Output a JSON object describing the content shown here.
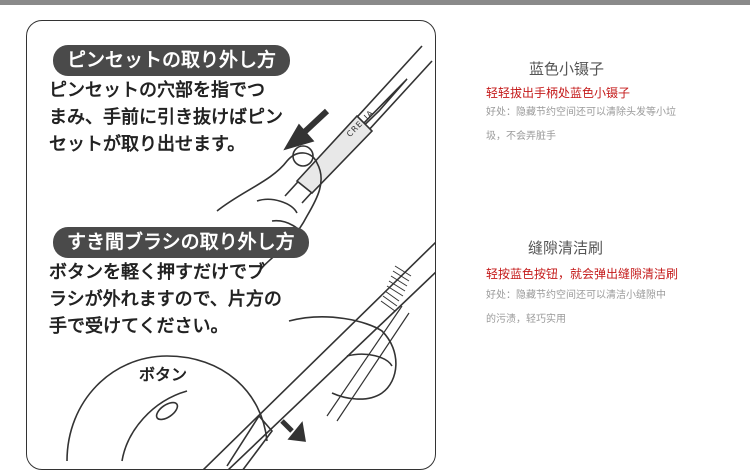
{
  "card": {
    "section1": {
      "heading": "ピンセットの取り外し方",
      "lines": [
        "ピンセットの穴部を指でつ",
        "まみ、手前に引き抜けばピン",
        "セットが取り出せます。"
      ],
      "brand": "CRELIA"
    },
    "section2": {
      "heading": "すき間ブラシの取り外し方",
      "lines": [
        "ボタンを軽く押すだけでブ",
        "ラシが外れますので、片方の",
        "手で受けてください。"
      ],
      "button_label": "ボタン"
    }
  },
  "items": [
    {
      "title": "蓝色小镊子",
      "highlight": "轻轻拔出手柄处蓝色小镊子",
      "desc_lines": [
        "好处：隐藏节约空间还可以清除头发等小垃",
        "圾，不会弄脏手"
      ]
    },
    {
      "title": "缝隙清洁刷",
      "highlight": "轻按蓝色按钮，就会弹出缝隙清洁刷",
      "desc_lines": [
        "好处：隐藏节约空间还可以清洁小缝隙中",
        "的污渍，轻巧实用"
      ]
    }
  ],
  "colors": {
    "highlight": "#c41a1a",
    "pill": "#4a4a4a"
  }
}
